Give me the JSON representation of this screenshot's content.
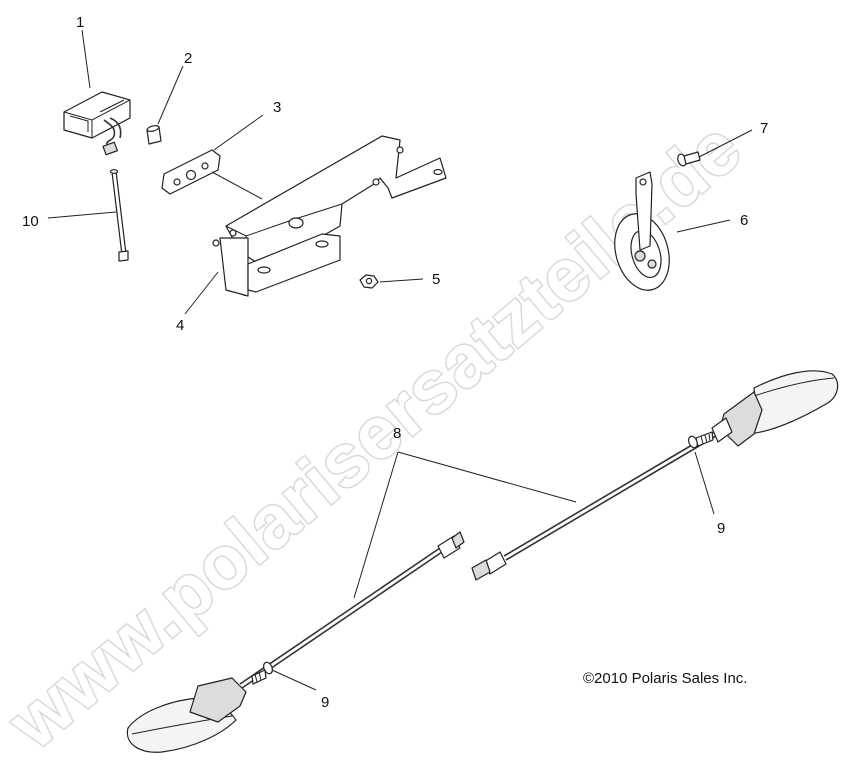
{
  "watermark": "www.polarisersatzteile.de",
  "copyright": "©2010 Polaris Sales Inc.",
  "callouts": [
    "1",
    "2",
    "3",
    "4",
    "5",
    "6",
    "7",
    "8",
    "9",
    "9",
    "10"
  ]
}
